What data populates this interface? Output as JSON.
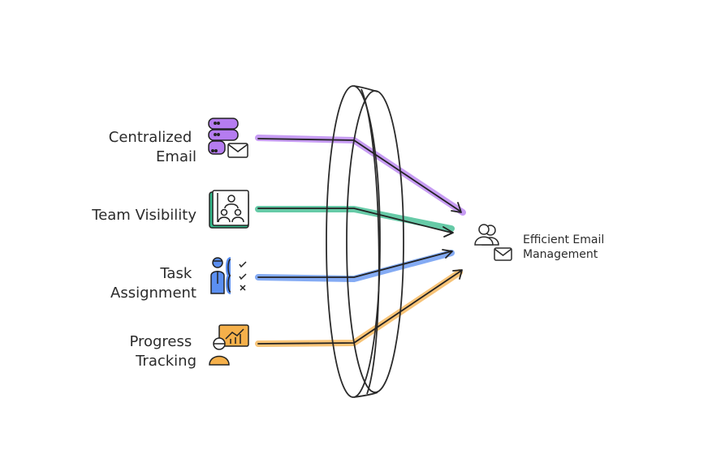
{
  "inputs": [
    {
      "lines": [
        "Centralized",
        "Email"
      ],
      "color": "#a855f7",
      "icon": "server-mail-icon"
    },
    {
      "lines": [
        "Team Visibility"
      ],
      "color": "#10b981",
      "icon": "team-board-icon"
    },
    {
      "lines": [
        "Task",
        "Assignment"
      ],
      "color": "#3b82f6",
      "icon": "task-checklist-icon"
    },
    {
      "lines": [
        "Progress",
        "Tracking"
      ],
      "color": "#f59e0b",
      "icon": "progress-chart-icon"
    }
  ],
  "output": {
    "lines": [
      "Efficient Email",
      "Management"
    ],
    "icon": "users-mail-icon"
  },
  "lens": {
    "icon": "lens-icon"
  }
}
